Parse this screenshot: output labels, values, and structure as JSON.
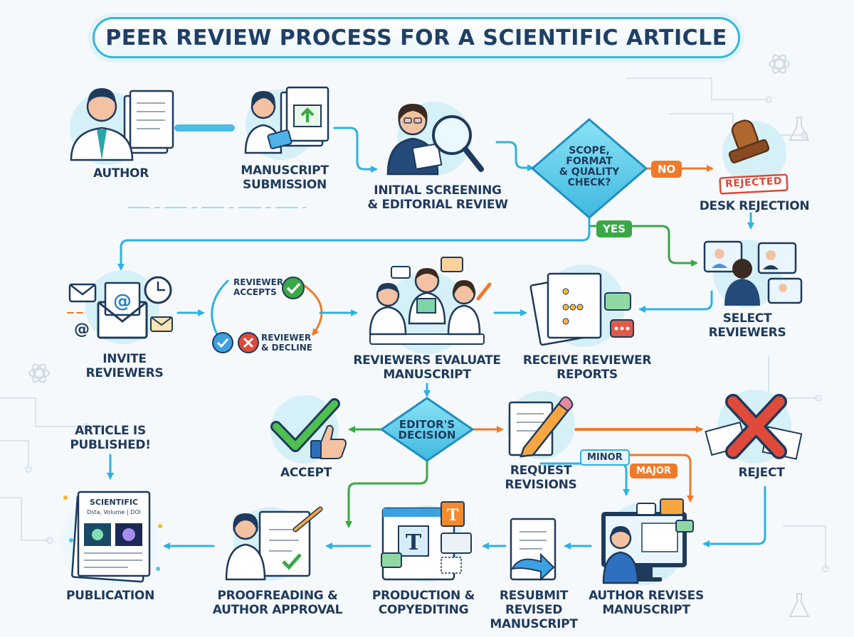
{
  "title": "PEER REVIEW PROCESS FOR A SCIENTIFIC ARTICLE",
  "colors": {
    "cyan": "#2cb3e0",
    "green": "#3aa845",
    "orange": "#ee7a2a",
    "red": "#e04a3a",
    "navy": "#1e3a5c"
  },
  "steps": {
    "author": "AUTHOR",
    "submission": "MANUSCRIPT\nSUBMISSION",
    "screening": "INITIAL SCREENING\n& EDITORIAL REVIEW",
    "quality_check": "SCOPE,\nFORMAT\n& QUALITY\nCHECK?",
    "desk_rejection": "DESK REJECTION",
    "rejected_stamp": "REJECTED",
    "select_reviewers": "SELECT\nREVIEWERS",
    "invite_reviewers": "INVITE\nREVIEWERS",
    "reviewer_accepts": "REVIEWER\nACCEPTS",
    "reviewer_declines": "REVIEWER\n& DECLINE",
    "reviewers_evaluate": "REVIEWERS EVALUATE\nMANUSCRIPT",
    "receive_reports": "RECEIVE REVIEWER\nREPORTS",
    "editors_decision": "EDITOR'S\nDECISION",
    "accept": "ACCEPT",
    "request_revisions": "REQUEST\nREVISIONS",
    "reject": "REJECT",
    "minor": "MINOR",
    "major": "MAJOR",
    "article_published": "ARTICLE IS\nPUBLISHED!",
    "publication": "PUBLICATION",
    "proofreading": "PROOFREADING &\nAUTHOR APPROVAL",
    "production": "PRODUCTION &\nCOPYEDITING",
    "resubmit": "RESUBMIT\nREVISED\nMANUSCRIPT",
    "author_revises": "AUTHOR REVISES\nMANUSCRIPT"
  },
  "branch_labels": {
    "no": "NO",
    "yes": "YES"
  },
  "journal": {
    "name": "SCIENTIFIC",
    "meta": "Dsta, Volume | DOI"
  },
  "icons": [
    "author-scientist-icon",
    "manuscript-upload-icon",
    "editor-magnifier-icon",
    "rubber-stamp-icon",
    "select-reviewers-screen-icon",
    "invite-envelope-icon",
    "reviewers-team-icon",
    "reviewer-reports-icon",
    "accept-check-thumbs-icon",
    "revision-pencil-icon",
    "reject-cross-icon",
    "journal-publication-icon",
    "proofreading-scientist-icon",
    "production-editor-icon",
    "resubmit-document-icon",
    "author-revises-computer-icon"
  ]
}
